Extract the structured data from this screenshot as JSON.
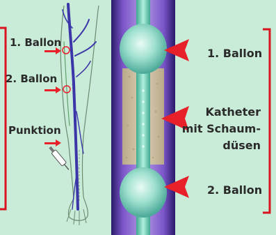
{
  "colors": {
    "panel_background": "#c9ecd9",
    "arrow_red": "#e8202a",
    "frame_red": "#d8141e",
    "vein_blue": "#3b35a8",
    "catheter_purple": "#6a3fb0",
    "balloon_teal": "#7fd6c4",
    "foam_beige": "#cdbf9e"
  },
  "left_panel": {
    "labels": {
      "balloon1": "1. Ballon",
      "balloon2": "2. Ballon",
      "puncture": "Punktion"
    }
  },
  "right_panel": {
    "labels": {
      "balloon1": "1. Ballon",
      "catheter_line1": "Katheter",
      "catheter_line2": "mit Schaum-",
      "catheter_line3": "düsen",
      "balloon2": "2. Ballon"
    }
  },
  "icons": {
    "arrows": "red-arrow-icon",
    "syringe": "syringe-icon"
  }
}
